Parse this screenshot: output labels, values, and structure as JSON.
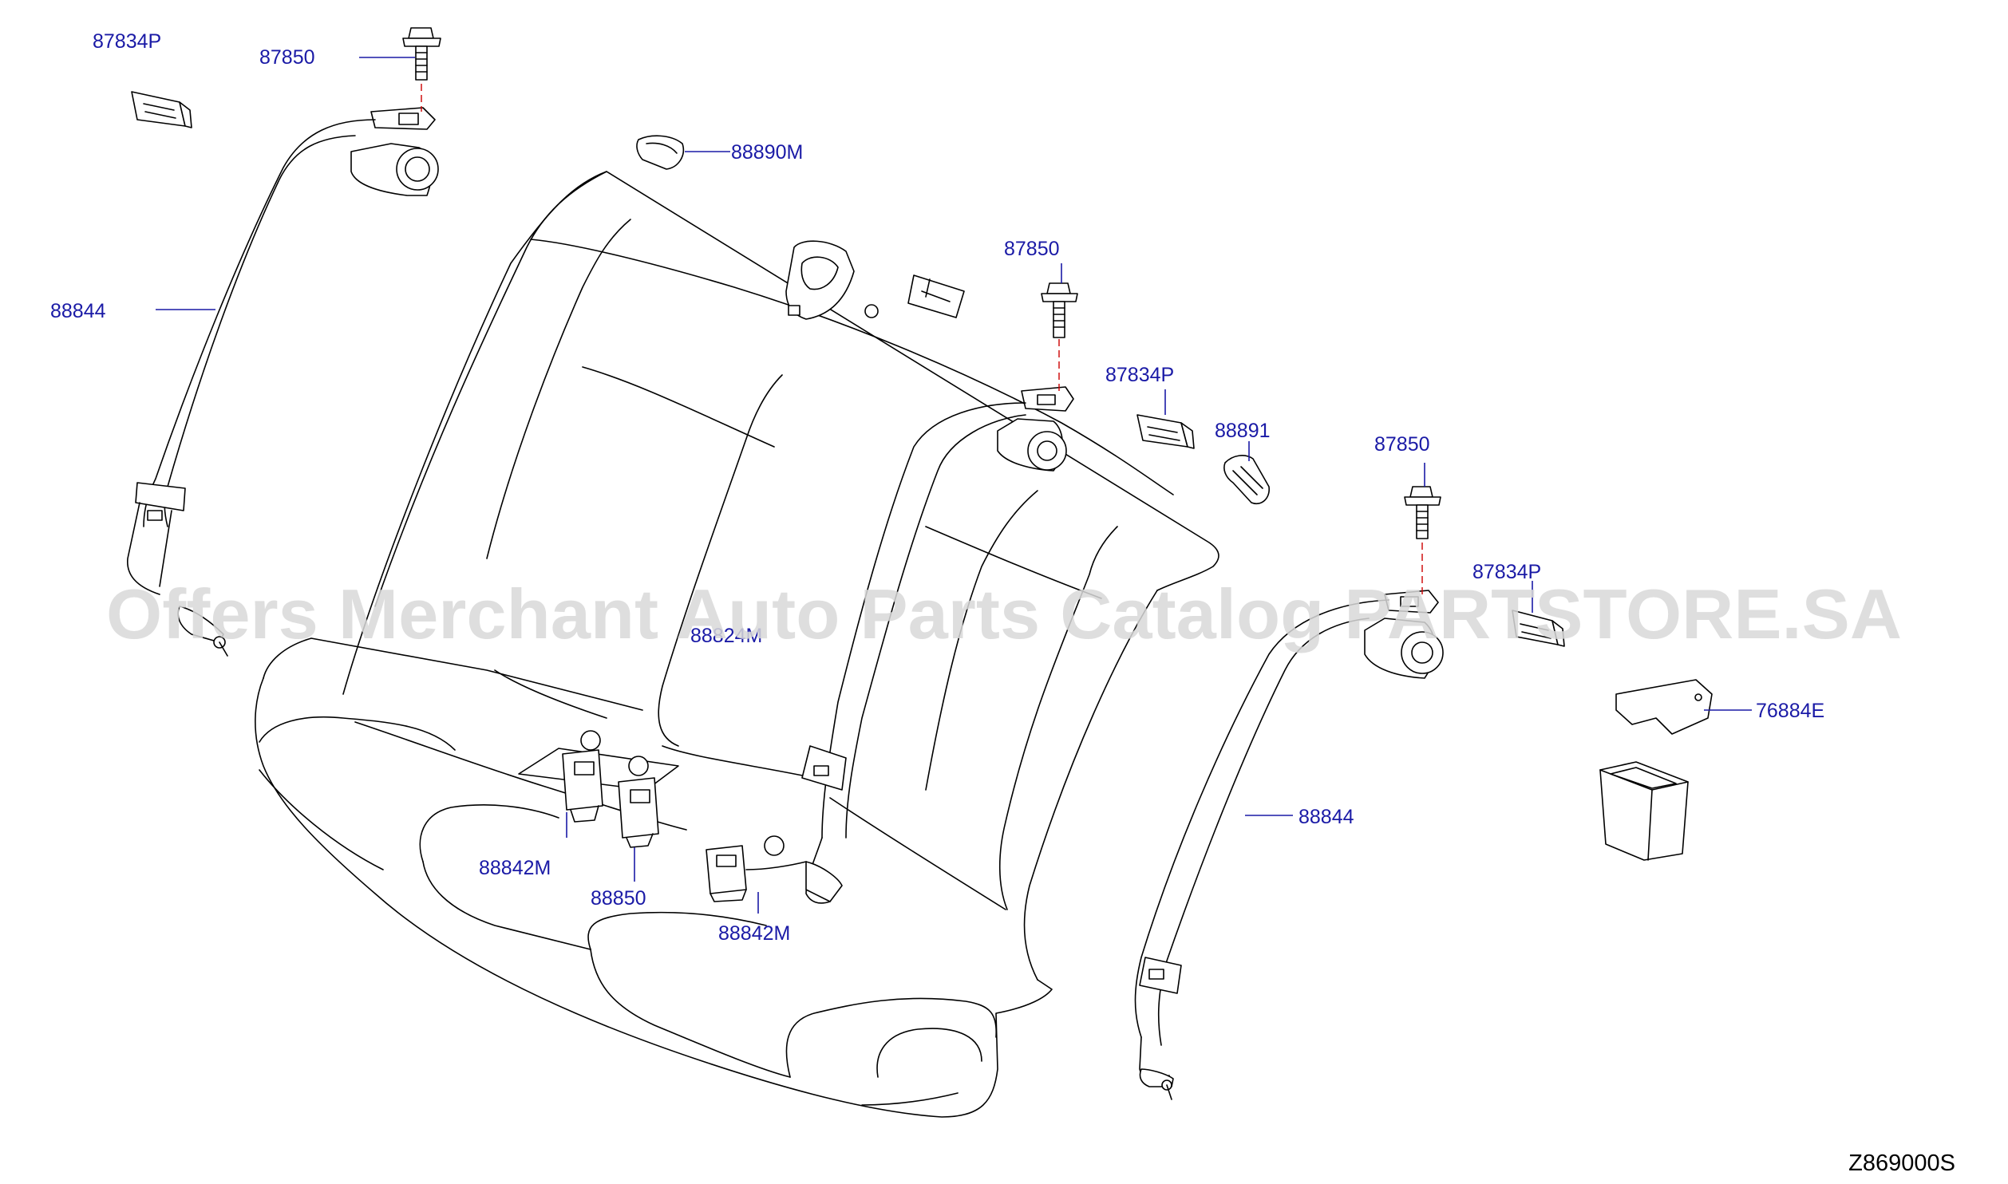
{
  "diagram": {
    "code": "Z869000S",
    "watermark": "Offers Merchant Auto Parts Catalog PARTSTORE.SA",
    "line_color": "#000000",
    "label_color": "#1a1aa6",
    "marker_color": "#cc0000",
    "callouts": [
      {
        "id": "87834P",
        "text": "87834P"
      },
      {
        "id": "87850",
        "text": "87850"
      },
      {
        "id": "88890M",
        "text": "88890M"
      },
      {
        "id": "88844",
        "text": "88844"
      },
      {
        "id": "87850",
        "text": "87850"
      },
      {
        "id": "87834P",
        "text": "87834P"
      },
      {
        "id": "88891",
        "text": "88891"
      },
      {
        "id": "87850",
        "text": "87850"
      },
      {
        "id": "87834P",
        "text": "87834P"
      },
      {
        "id": "76884E",
        "text": "76884E"
      },
      {
        "id": "88824M",
        "text": "88824M"
      },
      {
        "id": "88844",
        "text": "88844"
      },
      {
        "id": "88842M",
        "text": "88842M"
      },
      {
        "id": "88850",
        "text": "88850"
      },
      {
        "id": "88842M",
        "text": "88842M"
      }
    ]
  }
}
